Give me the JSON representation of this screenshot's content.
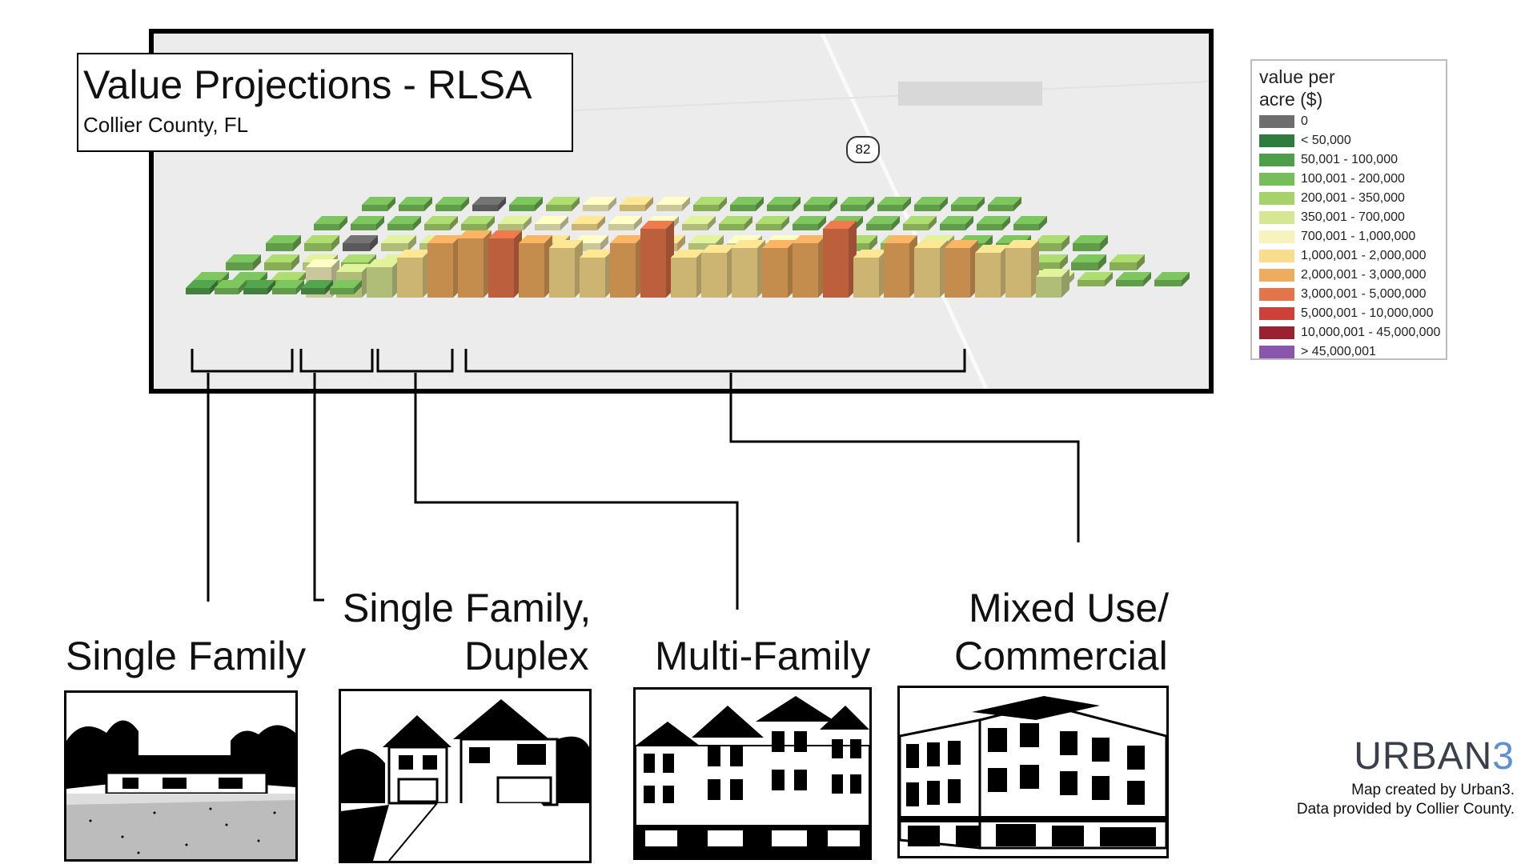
{
  "title": {
    "main": "Value Projections - RLSA",
    "subtitle": "Collier County, FL"
  },
  "map": {
    "road_label": "82"
  },
  "legend": {
    "title_line1": "value per",
    "title_line2": "acre ($)",
    "items": [
      {
        "label": "0",
        "color": "#6e6e6e"
      },
      {
        "label": "< 50,000",
        "color": "#2e7d3e"
      },
      {
        "label": "50,001 - 100,000",
        "color": "#4e9e4a"
      },
      {
        "label": "100,001 - 200,000",
        "color": "#76be5a"
      },
      {
        "label": "200,001 - 350,000",
        "color": "#a5d36a"
      },
      {
        "label": "350,001 - 700,000",
        "color": "#d6e794"
      },
      {
        "label": "700,001 - 1,000,000",
        "color": "#f6f3bd"
      },
      {
        "label": "1,000,001 - 2,000,000",
        "color": "#f9dc8c"
      },
      {
        "label": "2,000,001 - 3,000,000",
        "color": "#f0ac5e"
      },
      {
        "label": "3,000,001 - 5,000,000",
        "color": "#e5744a"
      },
      {
        "label": "5,000,001 - 10,000,000",
        "color": "#d0403a"
      },
      {
        "label": "10,000,001 - 45,000,000",
        "color": "#9a2230"
      },
      {
        "label": "> 45,000,001",
        "color": "#8a56ad"
      }
    ]
  },
  "categories": [
    {
      "line1": "Single Family",
      "line2": ""
    },
    {
      "line1": "Single Family,",
      "line2": "Duplex"
    },
    {
      "line1": "Multi-Family",
      "line2": ""
    },
    {
      "line1": "Mixed Use/",
      "line2": "Commercial"
    }
  ],
  "branding": {
    "name": "URBAN",
    "number": "3"
  },
  "credits": {
    "line1": "Map created by Urban3.",
    "line2": "Data provided by Collier County."
  }
}
